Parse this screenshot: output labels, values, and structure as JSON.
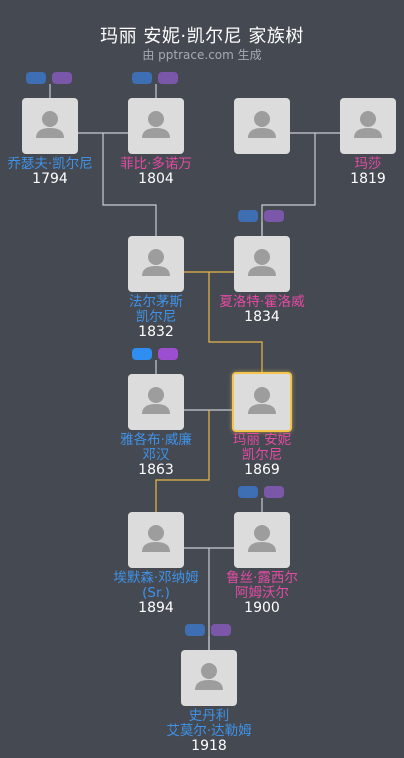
{
  "header": {
    "title": "玛丽 安妮·凯尔尼 家族树",
    "subtitle": "由 pptrace.com 生成"
  },
  "colors": {
    "male": "#3f92e8",
    "female": "#e44aa3",
    "line": "#c9ccd1",
    "highlight": "#e9b84a"
  },
  "people": [
    {
      "id": "joseph",
      "name_lines": [
        "乔瑟夫·凯尔尼"
      ],
      "year": "1794",
      "gender": "male"
    },
    {
      "id": "phoebe",
      "name_lines": [
        "菲比·多诺万"
      ],
      "year": "1804",
      "gender": "female"
    },
    {
      "id": "unknown",
      "name_lines": [],
      "year": "",
      "gender": "male"
    },
    {
      "id": "martha",
      "name_lines": [
        "玛莎"
      ],
      "year": "1819",
      "gender": "female"
    },
    {
      "id": "francis",
      "name_lines": [
        "法尔茅斯",
        "凯尔尼"
      ],
      "year": "1832",
      "gender": "male"
    },
    {
      "id": "charlotte",
      "name_lines": [
        "夏洛特·霍洛威"
      ],
      "year": "1834",
      "gender": "female"
    },
    {
      "id": "jacob",
      "name_lines": [
        "雅各布·威廉",
        "邓汉"
      ],
      "year": "1863",
      "gender": "male"
    },
    {
      "id": "mary",
      "name_lines": [
        "玛丽 安妮",
        "凯尔尼"
      ],
      "year": "1869",
      "gender": "female",
      "focus": true
    },
    {
      "id": "emerson",
      "name_lines": [
        "埃默森·邓纳姆",
        "(Sr.)"
      ],
      "year": "1894",
      "gender": "male"
    },
    {
      "id": "ruth",
      "name_lines": [
        "鲁丝·露西尔",
        "阿姆沃尔"
      ],
      "year": "1900",
      "gender": "female"
    },
    {
      "id": "stanley",
      "name_lines": [
        "史丹利",
        "艾莫尔·达勒姆"
      ],
      "year": "1918",
      "gender": "male"
    }
  ]
}
